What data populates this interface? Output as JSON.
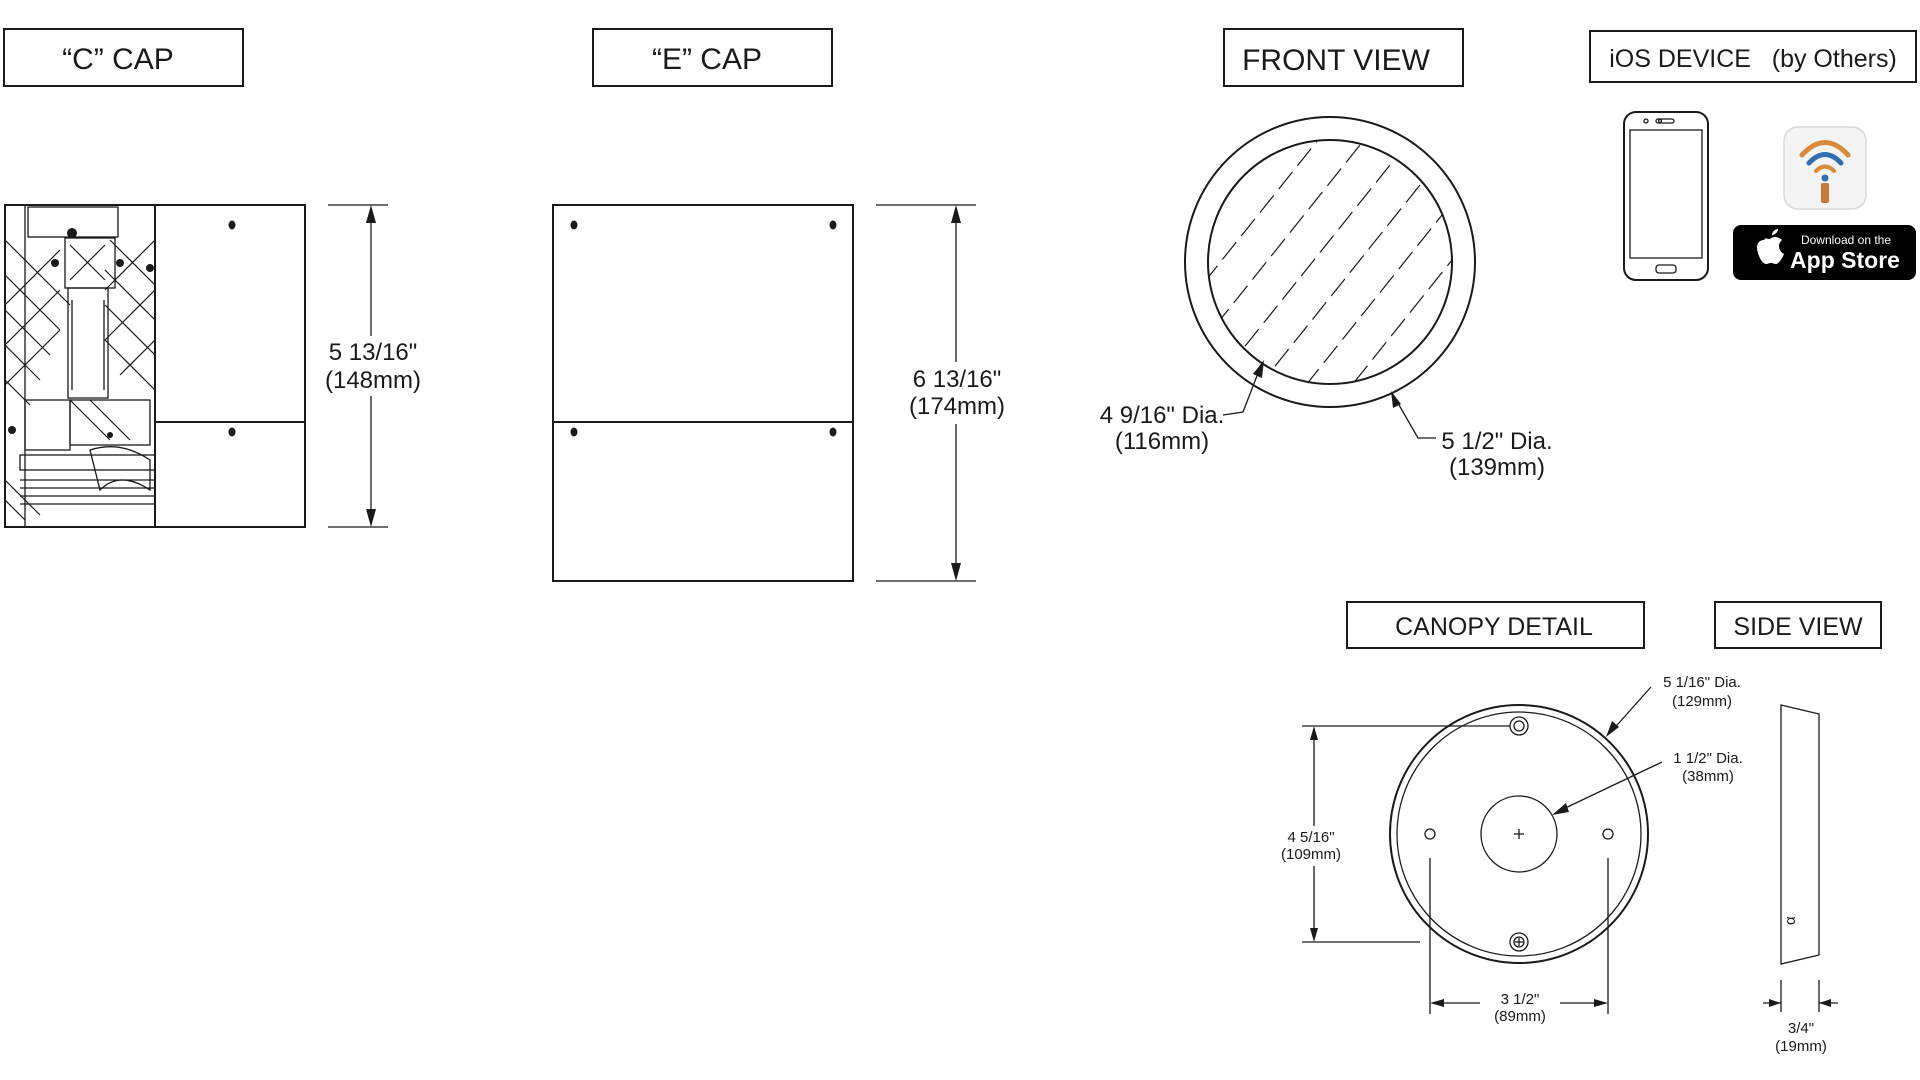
{
  "titles": {
    "c_cap": "“C” CAP",
    "e_cap": "“E” CAP",
    "front_view": "FRONT VIEW",
    "ios_device": "iOS DEVICE   (by Others)",
    "canopy_detail": "CANOPY DETAIL",
    "side_view": "SIDE VIEW"
  },
  "c_cap": {
    "height_in": "5 13/16\"",
    "height_mm": "(148mm)"
  },
  "e_cap": {
    "height_in": "6 13/16\"",
    "height_mm": "(174mm)"
  },
  "front_view": {
    "inner_dia_in": "4 9/16\" Dia.",
    "inner_dia_mm": "(116mm)",
    "outer_dia_in": "5 1/2\" Dia.",
    "outer_dia_mm": "(139mm)"
  },
  "app_store": {
    "small": "Download on the",
    "big": "App Store"
  },
  "canopy": {
    "outer_dia_in": "5 1/16\" Dia.",
    "outer_dia_mm": "(129mm)",
    "hole_dia_in": "1 1/2\" Dia.",
    "hole_dia_mm": "(38mm)",
    "vertical_in": "4 5/16\"",
    "vertical_mm": "(109mm)",
    "horizontal_in": "3 1/2\"",
    "horizontal_mm": "(89mm)"
  },
  "side_view": {
    "width_in": "3/4\"",
    "width_mm": "(19mm)"
  },
  "colors": {
    "line": "#1a1a1a",
    "badge_bg": "#000000",
    "icon_orange": "#d98a3a",
    "icon_blue": "#2f6fb4"
  }
}
